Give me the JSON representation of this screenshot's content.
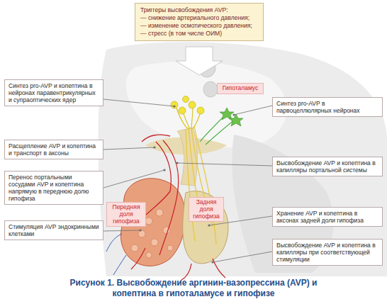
{
  "diagram": {
    "caption": "Рисунок 1. Высвобождение аргинин-вазопрессина (AVP) и копептина в гипоталамусе и гипофизе",
    "nodes": [
      {
        "text": [
          "Триггеры высвобождения AVP:",
          "— снижение артериального давления;",
          "— изменение осмотического давления;",
          "— стресс (в том числе ОИМ)"
        ]
      },
      {
        "text": [
          "Синтез pro-AVP и копептина в нейронах паравентрикулярных и супраоптических ядер"
        ]
      },
      {
        "text": [
          "Гипоталамус"
        ]
      },
      {
        "text": [
          "Синтез pro-AVP в парвоцеллюлярных нейронах"
        ]
      },
      {
        "text": [
          "Расщепление AVP и копептина и транспорт в аксоны"
        ]
      },
      {
        "text": [
          "Высвобождение AVP и копептина в капилляры портальной системы"
        ]
      },
      {
        "text": [
          "Перенос портальными сосудами AVP и копептина напрямую в переднюю долю гипофиза"
        ]
      },
      {
        "text": [
          "Задняя доля гипофиза"
        ]
      },
      {
        "text": [
          "Передняя доля гипофиза"
        ]
      },
      {
        "text": [
          "Хранение AVP и копептина в аксонах задней доли гипофиза"
        ]
      },
      {
        "text": [
          "Стимуляция AVP эндокринными клетками"
        ]
      },
      {
        "text": [
          "Высвобождение AVP и копептина в капилляры при соответствующей стимуляции"
        ]
      }
    ]
  }
}
